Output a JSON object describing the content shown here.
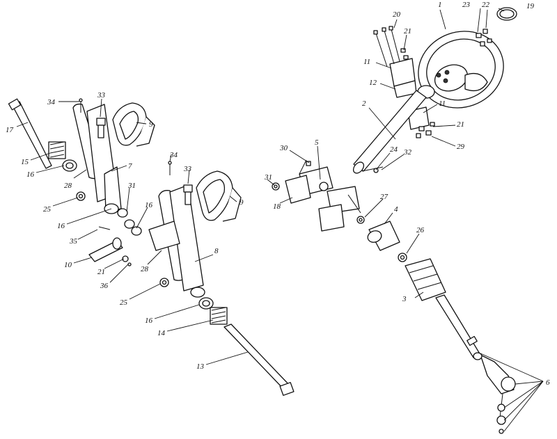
{
  "callouts": {
    "c1": "1",
    "c2": "2",
    "c3": "3",
    "c4": "4",
    "c5": "5",
    "c6": "6",
    "c7": "7",
    "c8": "8",
    "c9a": "9",
    "c9b": "9",
    "c10": "10",
    "c11a": "11",
    "c11b": "11",
    "c12": "12",
    "c13": "13",
    "c14": "14",
    "c15": "15",
    "c16a": "16",
    "c16b": "16",
    "c16c": "16",
    "c16d": "16",
    "c17": "17",
    "c18": "18",
    "c19": "19",
    "c20": "20",
    "c21a": "21",
    "c21b": "21",
    "c21c": "21",
    "c22": "22",
    "c23": "23",
    "c24": "24",
    "c25a": "25",
    "c25b": "25",
    "c26": "26",
    "c27": "27",
    "c28a": "28",
    "c28b": "28",
    "c29": "29",
    "c30": "30",
    "c31a": "31",
    "c31b": "31",
    "c32": "32",
    "c33a": "33",
    "c33b": "33",
    "c34a": "34",
    "c34b": "34",
    "c35": "35",
    "c36": "36"
  }
}
